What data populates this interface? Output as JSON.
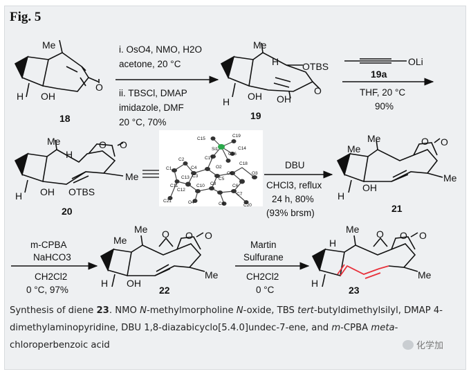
{
  "figure": {
    "title": "Fig. 5"
  },
  "compounds": {
    "c18": "18",
    "c19": "19",
    "c20": "20",
    "c21": "21",
    "c22": "22",
    "c23": "23"
  },
  "atoms": {
    "me": "Me",
    "h": "H",
    "oh": "OH",
    "o": "O",
    "otbs": "OTBS",
    "oli": "OLi"
  },
  "step1": {
    "line1": "i. OsO4, NMO, H2O",
    "line2": "acetone, 20 °C",
    "line3": "ii. TBSCl, DMAP",
    "line4": "imidazole, DMF",
    "line5": "20 °C, 70%"
  },
  "step2": {
    "reagent": "19a",
    "line1": "THF, 20 °C",
    "line2": "90%"
  },
  "step3": {
    "line0": "DBU",
    "line1": "CHCl3, reflux",
    "line2": "24 h, 80%",
    "line3": "(93% brsm)"
  },
  "step4": {
    "line0": "m-CPBA",
    "line1": "NaHCO3",
    "line2": "CH2Cl2",
    "line3": "0 °C, 97%"
  },
  "step5": {
    "line0": "Martin",
    "line1": "Sulfurane",
    "line2": "CH2Cl2",
    "line3": "0 °C"
  },
  "crystal": {
    "atoms": [
      "C15",
      "C19",
      "Si1",
      "C14",
      "C16",
      "C1",
      "C2",
      "O2",
      "C18",
      "O1",
      "O3",
      "C3",
      "C17",
      "C13",
      "C5",
      "C11",
      "C10",
      "C8",
      "C12",
      "C6",
      "C7",
      "C21",
      "O4",
      "C9",
      "C20",
      "C4"
    ]
  },
  "caption": {
    "text1": "Synthesis of diene ",
    "num": "23",
    "text2": ". NMO ",
    "nmo_i1": "N",
    "text3": "-methylmorpholine ",
    "nmo_i2": "N",
    "text4": "-oxide, TBS ",
    "tbs_i": "tert",
    "text5": "-butyldimethylsilyl, DMAP 4-dimethylaminopyridine, DBU 1,8-diazabicyclo[5.4.0]undec-7-ene, and ",
    "mcpba_i1": "m",
    "text6": "-CPBA ",
    "mcpba_i2": "meta",
    "text7": "-chloroperbenzoic acid"
  },
  "watermark": {
    "text": "化学加"
  },
  "colors": {
    "background": "#eef0f2",
    "highlight": "#e8303a",
    "silicon": "#2aa84a"
  }
}
